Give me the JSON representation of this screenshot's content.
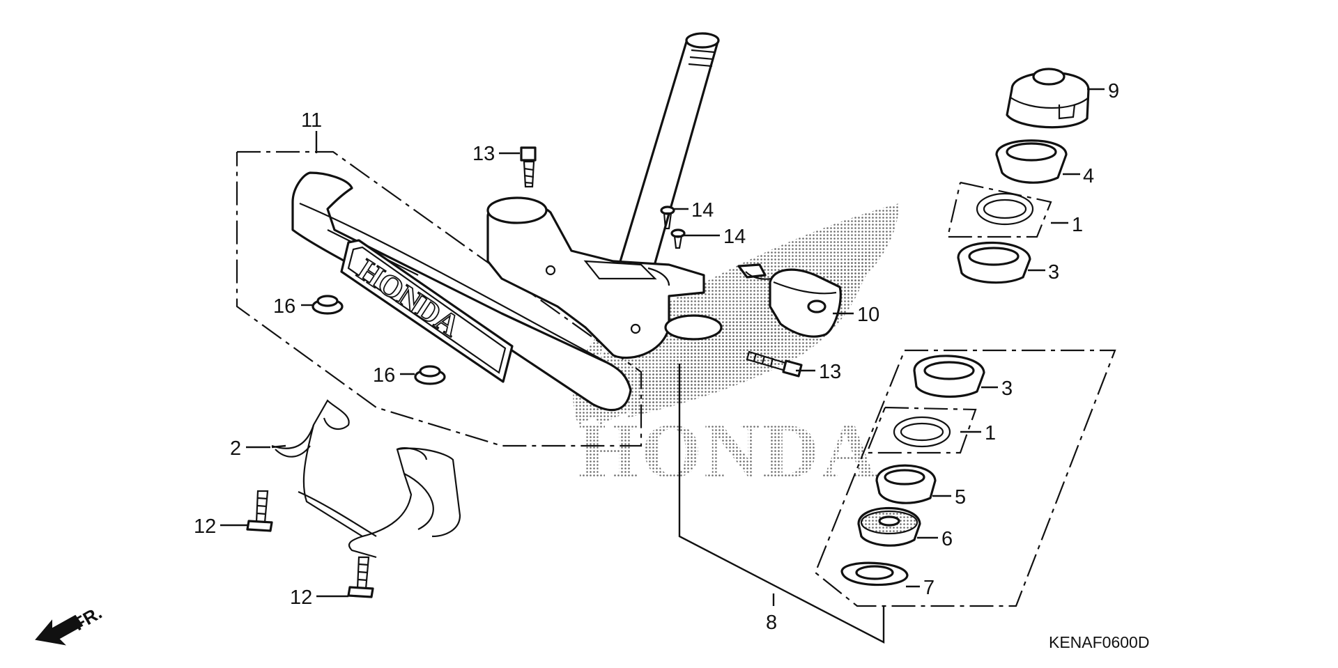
{
  "diagram": {
    "parts": [
      {
        "id": "p1a",
        "label": "1"
      },
      {
        "id": "p1b",
        "label": "1"
      },
      {
        "id": "p2",
        "label": "2"
      },
      {
        "id": "p3a",
        "label": "3"
      },
      {
        "id": "p3b",
        "label": "3"
      },
      {
        "id": "p4",
        "label": "4"
      },
      {
        "id": "p5",
        "label": "5"
      },
      {
        "id": "p6",
        "label": "6"
      },
      {
        "id": "p7",
        "label": "7"
      },
      {
        "id": "p8",
        "label": "8"
      },
      {
        "id": "p9",
        "label": "9"
      },
      {
        "id": "p10",
        "label": "10"
      },
      {
        "id": "p11",
        "label": "11"
      },
      {
        "id": "p12a",
        "label": "12"
      },
      {
        "id": "p12b",
        "label": "12"
      },
      {
        "id": "p13a",
        "label": "13"
      },
      {
        "id": "p13b",
        "label": "13"
      },
      {
        "id": "p14a",
        "label": "14"
      },
      {
        "id": "p14b",
        "label": "14"
      },
      {
        "id": "p16a",
        "label": "16"
      },
      {
        "id": "p16b",
        "label": "16"
      }
    ],
    "emblem_text": "HONDA",
    "watermark_text": "HONDA",
    "direction_label": "FR.",
    "diagram_code": "KENAF0600D"
  }
}
